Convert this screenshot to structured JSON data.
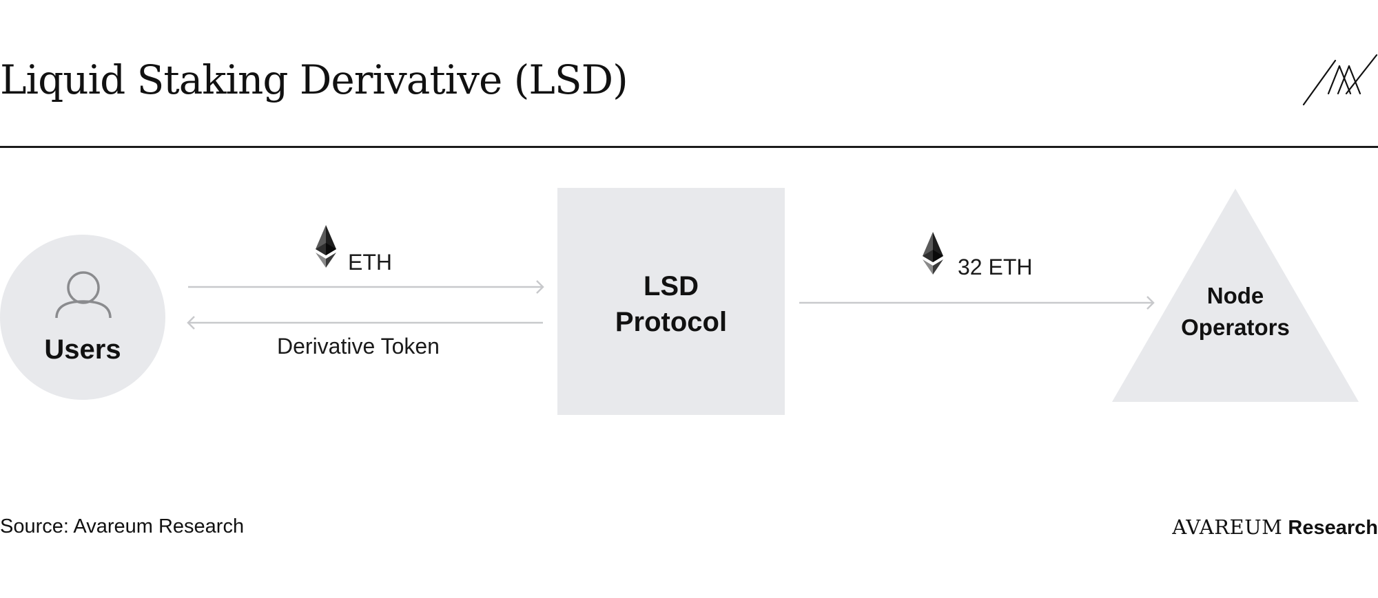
{
  "header": {
    "title": "Liquid Staking Derivative (LSD)"
  },
  "diagram": {
    "nodes": {
      "users": {
        "label": "Users",
        "shape": "circle"
      },
      "lsd_protocol": {
        "label_line1": "LSD",
        "label_line2": "Protocol",
        "shape": "square"
      },
      "node_operators": {
        "label_line1": "Node",
        "label_line2": "Operators",
        "shape": "triangle"
      }
    },
    "edges": {
      "users_to_protocol": {
        "label": "ETH",
        "icon": "ethereum-icon"
      },
      "protocol_to_users": {
        "label": "Derivative Token"
      },
      "protocol_to_operators": {
        "label": "32 ETH",
        "icon": "ethereum-icon"
      }
    }
  },
  "footer": {
    "source": "Source: Avareum Research",
    "brand_wordmark": "AVAREUM",
    "brand_research": "Research"
  },
  "colors": {
    "shape_fill": "#e8e9ec",
    "arrow": "#c8c9cc",
    "text": "#111111",
    "rule": "#1a1a1a"
  }
}
